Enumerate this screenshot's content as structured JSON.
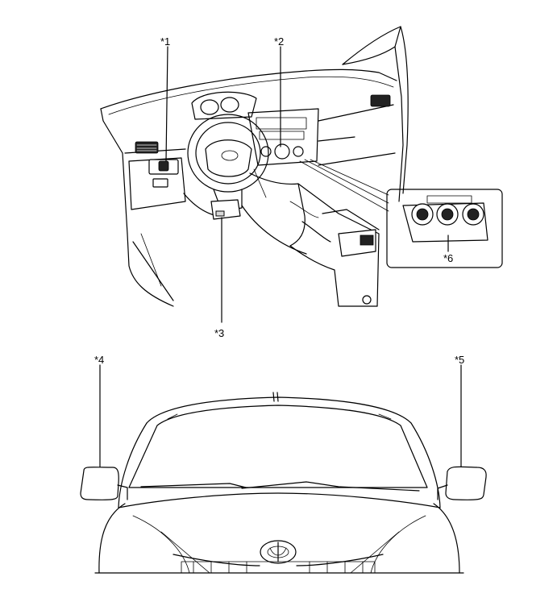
{
  "callouts": {
    "c1": "*1",
    "c2": "*2",
    "c3": "*3",
    "c4": "*4",
    "c5": "*5",
    "c6": "*6"
  },
  "colors": {
    "line": "#000000",
    "background": "#ffffff",
    "shade": "#d9d9d9"
  }
}
